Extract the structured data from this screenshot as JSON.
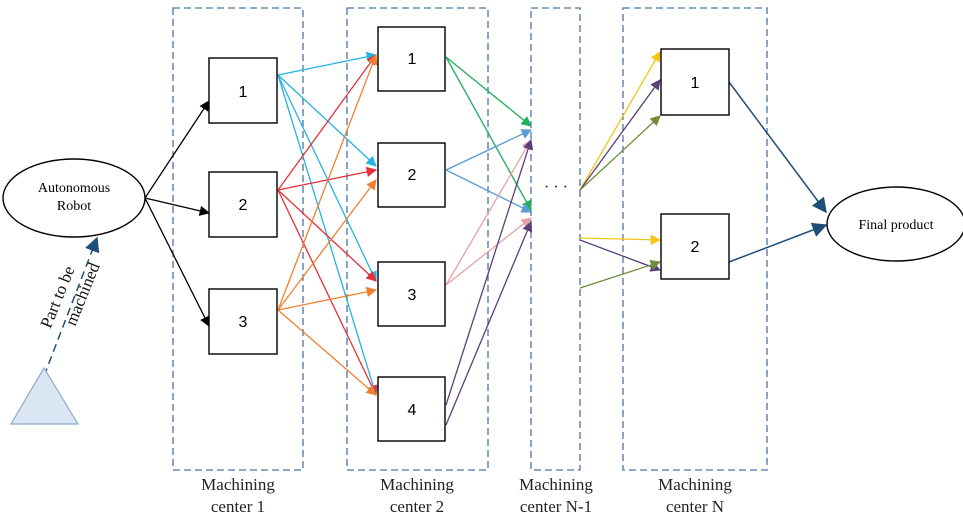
{
  "robot": {
    "label_line1": "Autonomous",
    "label_line2": "Robot"
  },
  "part": {
    "label_line1": "Part to be",
    "label_line2": "machined"
  },
  "final": {
    "label": "Final product"
  },
  "centers": [
    {
      "caption_line1": "Machining",
      "caption_line2": "center 1",
      "nodes": [
        "1",
        "2",
        "3"
      ]
    },
    {
      "caption_line1": "Machining",
      "caption_line2": "center 2",
      "nodes": [
        "1",
        "2",
        "3",
        "4"
      ]
    },
    {
      "caption_line1": "Machining",
      "caption_line2": "center N-1",
      "nodes": []
    },
    {
      "caption_line1": "Machining",
      "caption_line2": "center N",
      "nodes": [
        "1",
        "2"
      ]
    }
  ],
  "ellipsis": "· · ·",
  "colors": {
    "box_border": "#000000",
    "center_border": "#4a74a8",
    "robot_arrows": "#000000",
    "c1_node1_arrows": "#22b4e0",
    "c1_node2_arrows": "#e8303a",
    "c1_node3_arrows": "#f08030",
    "c2_node1_arrows": "#1fae5a",
    "c2_node2_arrows": "#5b9bd5",
    "c2_node3_arrows": "#e8a0a8",
    "c2_node4_arrows": "#5a3f7a",
    "to_cN_yellow": "#f5c518",
    "to_cN_purple": "#5a3f7a",
    "to_cN_olive": "#6e8e3a",
    "to_final": "#1f4e79",
    "part_arrow": "#1f4e79",
    "triangle_fill": "#dbe6f4",
    "triangle_stroke": "#8fa9c8"
  }
}
